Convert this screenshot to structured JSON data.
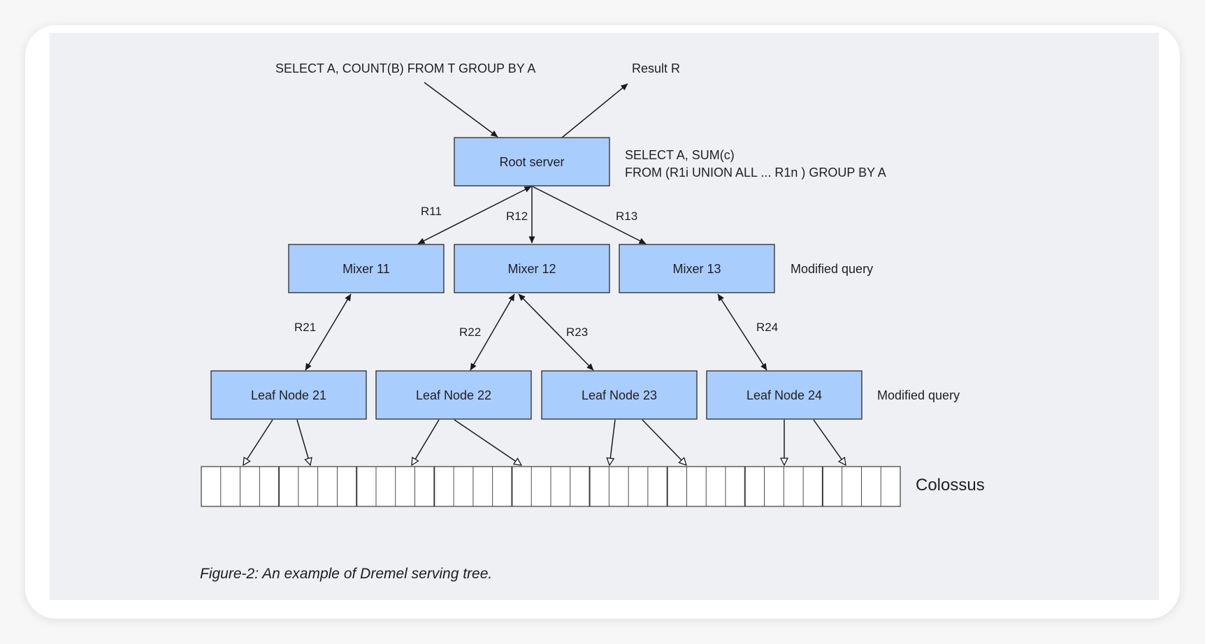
{
  "query_top": "SELECT A, COUNT(B) FROM T GROUP BY A",
  "result": "Result R",
  "root": {
    "label": "Root server",
    "query_line1": "SELECT A, SUM(c)",
    "query_line2": "FROM (R1i UNION ALL ... R1n ) GROUP BY A"
  },
  "mixers": [
    "Mixer 11",
    "Mixer 12",
    "Mixer 13"
  ],
  "mixer_note": "Modified query",
  "leaves": [
    "Leaf Node 21",
    "Leaf Node 22",
    "Leaf Node 23",
    "Leaf Node 24"
  ],
  "leaf_note": "Modified query",
  "edge_labels": {
    "r11": "R11",
    "r12": "R12",
    "r13": "R13",
    "r21": "R21",
    "r22": "R22",
    "r23": "R23",
    "r24": "R24"
  },
  "storage": "Colossus",
  "caption": "Figure-2: An example of Dremel serving tree."
}
